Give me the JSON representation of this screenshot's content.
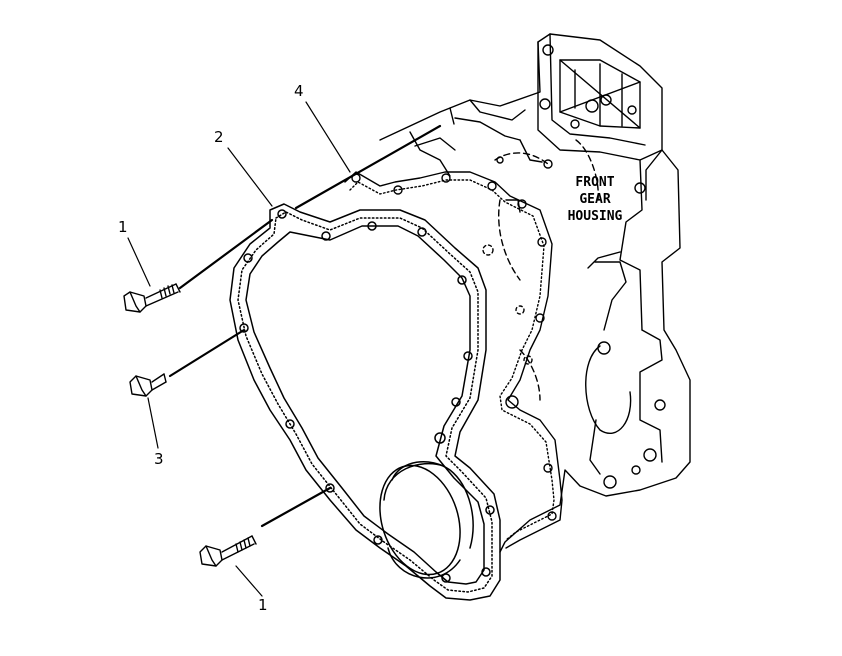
{
  "callouts": [
    {
      "id": "callout-4",
      "label": "4"
    },
    {
      "id": "callout-2",
      "label": "2"
    },
    {
      "id": "callout-1-top",
      "label": "1"
    },
    {
      "id": "callout-3",
      "label": "3"
    },
    {
      "id": "callout-1-bottom",
      "label": "1"
    }
  ],
  "housing_label": {
    "line1": "FRONT",
    "line2": "GEAR",
    "line3": "HOUSING"
  }
}
